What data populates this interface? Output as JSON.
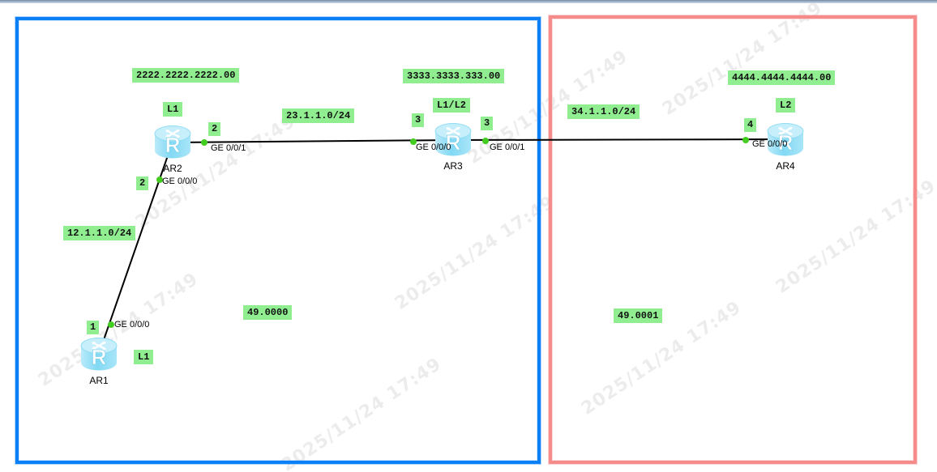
{
  "watermark": {
    "text": "2025/11/24 17:49"
  },
  "icon": {
    "letter": "R"
  },
  "areas": [
    {
      "id": "area-blue",
      "area_id": "49.0000",
      "border_color": "#0b80f6"
    },
    {
      "id": "area-red",
      "area_id": "49.0001",
      "border_color": "#f58b8b"
    }
  ],
  "routers": [
    {
      "name": "AR1",
      "level": "L1",
      "interfaces": [
        {
          "label": "GE 0/0/0",
          "port": "1"
        }
      ]
    },
    {
      "name": "AR2",
      "level": "L1",
      "net": "2222.2222.2222.00",
      "interfaces": [
        {
          "label": "GE 0/0/0",
          "port": "2"
        },
        {
          "label": "GE 0/0/1",
          "port": "2"
        }
      ]
    },
    {
      "name": "AR3",
      "level": "L1/L2",
      "net": "3333.3333.333.00",
      "interfaces": [
        {
          "label": "GE 0/0/0",
          "port": "3"
        },
        {
          "label": "GE 0/0/1",
          "port": "3"
        }
      ]
    },
    {
      "name": "AR4",
      "level": "L2",
      "net": "4444.4444.4444.00",
      "interfaces": [
        {
          "label": "GE 0/0/0",
          "port": "4"
        }
      ]
    }
  ],
  "links": [
    {
      "from": "AR1 GE 0/0/0",
      "to": "AR2 GE 0/0/0",
      "subnet": "12.1.1.0/24"
    },
    {
      "from": "AR2 GE 0/0/1",
      "to": "AR3 GE 0/0/0",
      "subnet": "23.1.1.0/24"
    },
    {
      "from": "AR3 GE 0/0/1",
      "to": "AR4 GE 0/0/0",
      "subnet": "34.1.1.0/24"
    }
  ],
  "colors": {
    "label_bg": "#90ee90",
    "port_dot": "#43cd20",
    "link": "#000000"
  }
}
